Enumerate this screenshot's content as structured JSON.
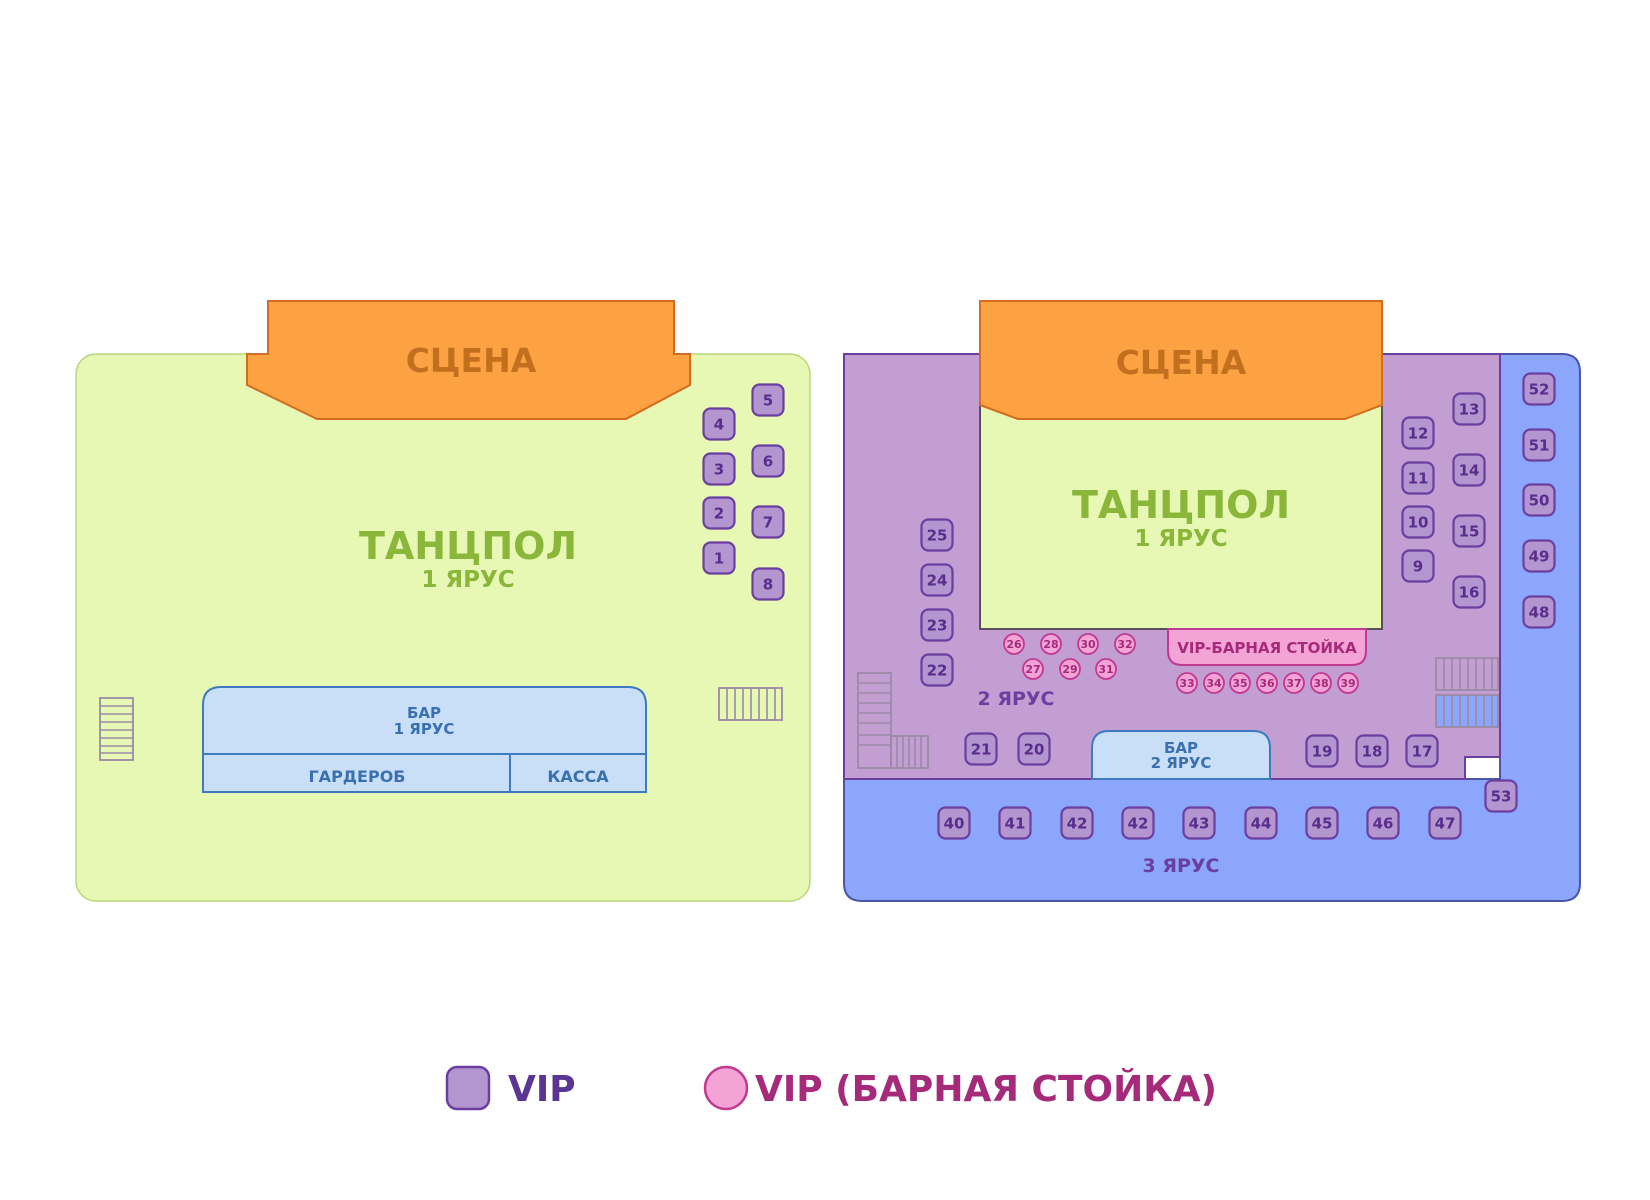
{
  "colors": {
    "dancefloor": "#e7f8b4",
    "stage": "#fca243",
    "tier2": "#c29ed3",
    "tier3": "#8ca6fb",
    "bar": "#c9dff7",
    "vip_seat": "#b395cf",
    "bar_seat": "#f3a3d6"
  },
  "left_map": {
    "stage_label": "СЦЕНА",
    "dancefloor_title": "ТАНЦПОЛ",
    "dancefloor_sub": "1 ЯРУС",
    "bar_line1": "БАР",
    "bar_line2": "1 ЯРУС",
    "cloakroom_label": "ГАРДЕРОБ",
    "ticket_office_label": "КАССА",
    "seats": [
      "1",
      "2",
      "3",
      "4",
      "5",
      "6",
      "7",
      "8"
    ]
  },
  "right_map": {
    "stage_label": "СЦЕНА",
    "dancefloor_title": "ТАНЦПОЛ",
    "dancefloor_sub": "1 ЯРУС",
    "vip_bar_label": "VIP-БАРНАЯ СТОЙКА",
    "tier2_label": "2 ЯРУС",
    "bar2_line1": "БАР",
    "bar2_line2": "2 ЯРУС",
    "tier3_label": "3 ЯРУС",
    "vip_seats": [
      "9",
      "10",
      "11",
      "12",
      "13",
      "14",
      "15",
      "16",
      "17",
      "18",
      "19",
      "20",
      "21",
      "22",
      "23",
      "24",
      "25",
      "40",
      "41",
      "42",
      "42",
      "43",
      "44",
      "45",
      "46",
      "47",
      "48",
      "49",
      "50",
      "51",
      "52",
      "53"
    ],
    "bar_seats": [
      "26",
      "27",
      "28",
      "29",
      "30",
      "31",
      "32",
      "33",
      "34",
      "35",
      "36",
      "37",
      "38",
      "39"
    ]
  },
  "legend": {
    "vip_icon": "rounded-square-seat",
    "vip_label": "VIP",
    "bar_icon": "circle-seat",
    "bar_label": "VIP (БАРНАЯ СТОЙКА)"
  }
}
